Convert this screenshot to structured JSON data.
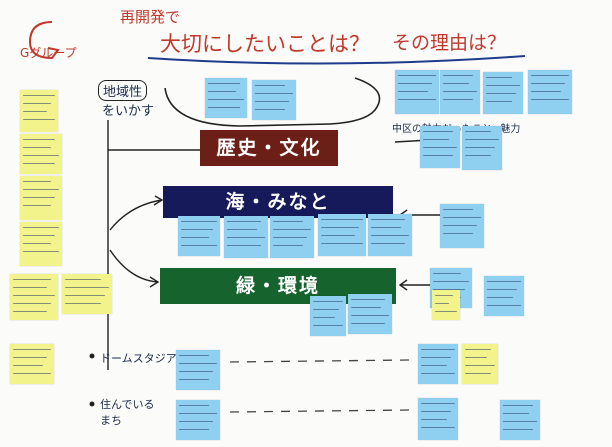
{
  "header": {
    "group_label": "Gグループ",
    "question_line1": "再開発で",
    "question_main": "大切にしたいことは？",
    "question_reason": "その理由は？",
    "red_note": "中区の魅力だったこと=魅力"
  },
  "left_label": {
    "line1": "地域性",
    "line2": "をいかす"
  },
  "themes": [
    {
      "label": "歴史・文化",
      "color": "#6b1f16"
    },
    {
      "label": "海・みなと",
      "color": "#16195a"
    },
    {
      "label": "緑・環境",
      "color": "#16632e"
    }
  ],
  "bottom_labels": [
    "ドームスタジアム",
    "住んでいるまち"
  ],
  "colors": {
    "note_blue": "#8fd0f0",
    "note_yellow": "#f2f38a",
    "ink_navy": "#1b2a4a",
    "ink_red": "#c0392b"
  }
}
